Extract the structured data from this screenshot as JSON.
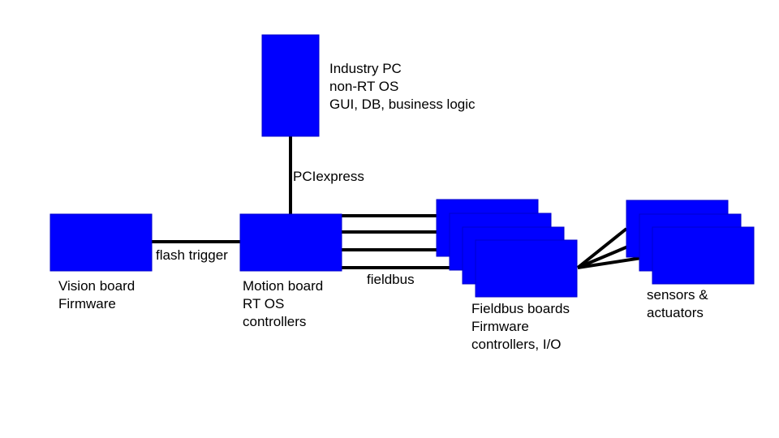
{
  "colors": {
    "box_fill": "#0000FF",
    "box_stroke": "#0000CC",
    "line": "#000000",
    "text": "#000000",
    "background": "#FFFFFF"
  },
  "nodes": {
    "industry_pc": {
      "lines": [
        "Industry PC",
        "non-RT OS",
        "GUI, DB, business logic"
      ]
    },
    "vision_board": {
      "lines": [
        "Vision board",
        "Firmware"
      ]
    },
    "motion_board": {
      "lines": [
        "Motion board",
        "RT OS",
        "controllers"
      ]
    },
    "fieldbus_boards": {
      "lines": [
        "Fieldbus boards",
        "Firmware",
        "controllers, I/O"
      ]
    },
    "sensors_actuators": {
      "lines": [
        "sensors &",
        "actuators"
      ]
    }
  },
  "edges": {
    "pciexpress": "PCIexpress",
    "flash_trigger": "flash trigger",
    "fieldbus": "fieldbus"
  }
}
